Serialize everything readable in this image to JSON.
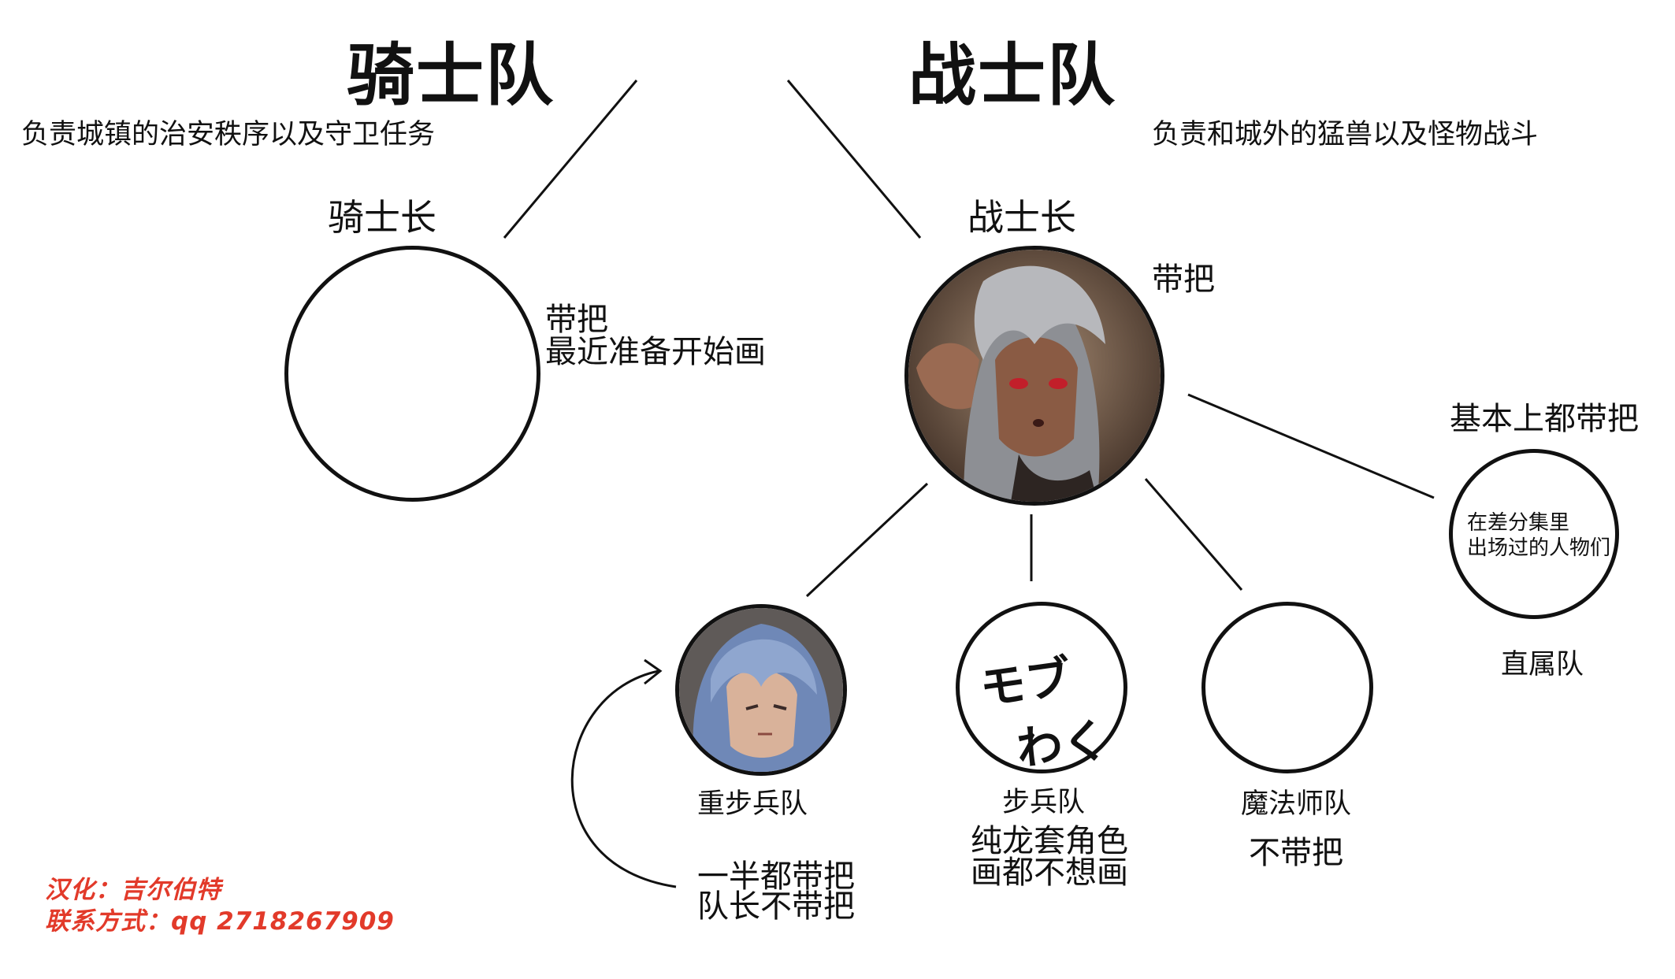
{
  "knights": {
    "title": "骑士队",
    "desc": "负责城镇的治安秩序以及守卫任务",
    "leader_label": "骑士长",
    "leader_note_line1": "带把",
    "leader_note_line2": "最近准备开始画"
  },
  "warriors": {
    "title": "战士队",
    "desc": "负责和城外的猛兽以及怪物战斗",
    "leader_label": "战士长",
    "leader_note": "带把"
  },
  "direct_squad": {
    "top_note": "基本上都带把",
    "circle_text_line1": "在差分集里",
    "circle_text_line2": "出场过的人物们",
    "label": "直属队"
  },
  "heavy_infantry": {
    "label": "重步兵队",
    "note_line1": "一半都带把",
    "note_line2": "队长不带把"
  },
  "infantry": {
    "circle_text_line1": "モブ",
    "circle_text_line2": "わく",
    "label": "步兵队",
    "note_line1": "纯龙套角色",
    "note_line2": "画都不想画"
  },
  "mage_squad": {
    "label": "魔法师队",
    "note": "不带把"
  },
  "credits": {
    "line1": "汉化：吉尔伯特",
    "line2": "联系方式：qq 2718267909"
  }
}
